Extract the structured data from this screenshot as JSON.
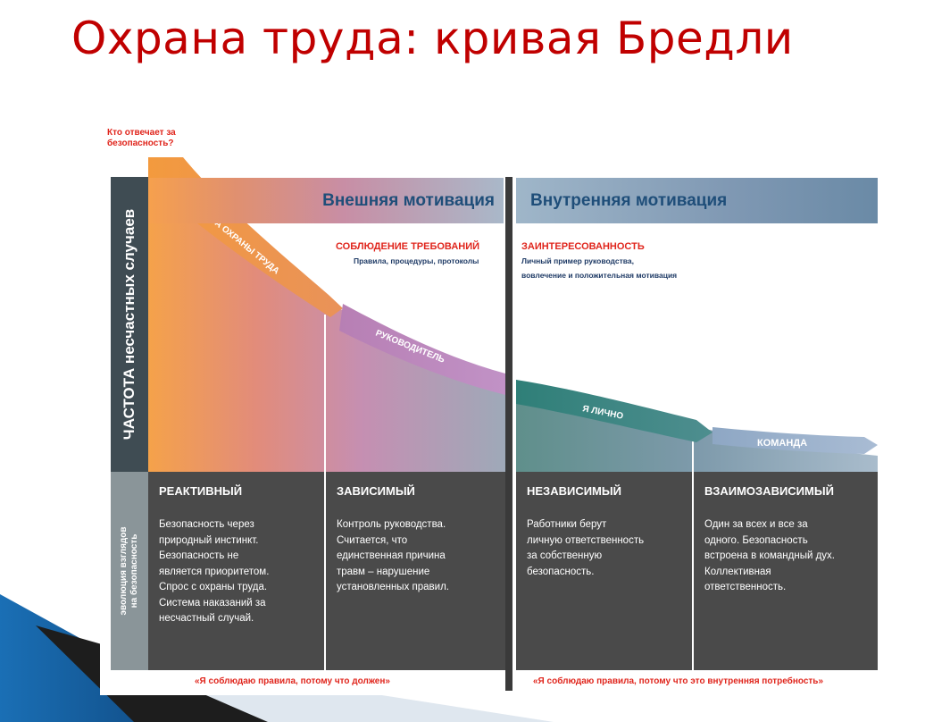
{
  "title": "Охрана труда: кривая Бредли",
  "question": [
    "Кто отвечает за",
    "безопасность?"
  ],
  "y_axis_top": "ЧАСТОТА несчастных случаев",
  "y_axis_bottom": [
    "эволюция взглядов",
    "на безопасность"
  ],
  "external_motivation": "Внешняя мотивация",
  "internal_motivation": "Внутренняя мотивация",
  "compliance": {
    "title": "СОБЛЮДЕНИЕ ТРЕБОВАНИЙ",
    "subtitle": "Правила, процедуры, протоколы"
  },
  "interest": {
    "title": "ЗАИНТЕРЕСОВАННОСТЬ",
    "subtitle_1": "Личный пример руководства,",
    "subtitle_2": "вовлечение и положительная мотивация"
  },
  "bands": {
    "safety_service": "СЛУЖБА ОХРАНЫ ТРУДА",
    "manager": "РУКОВОДИТЕЛЬ",
    "personal": "Я ЛИЧНО",
    "team": "КОМАНДА"
  },
  "stages": [
    {
      "name": "РЕАКТИВНЫЙ",
      "lines": [
        "Безопасность через",
        "природный инстинкт.",
        "Безопасность не",
        "является приоритетом.",
        "Спрос с охраны труда.",
        "Система наказаний за",
        "несчастный случай."
      ]
    },
    {
      "name": "ЗАВИСИМЫЙ",
      "lines": [
        "Контроль руководства.",
        "Считается, что",
        "единственная причина",
        "травм – нарушение",
        "установленных правил."
      ]
    },
    {
      "name": "НЕЗАВИСИМЫЙ",
      "lines": [
        "Работники берут",
        "личную ответственность",
        "за собственную",
        "безопасность."
      ]
    },
    {
      "name": "ВЗАИМОЗАВИСИМЫЙ",
      "lines": [
        "Один за всех и все за",
        "одного. Безопасность",
        "встроена в командный дух.",
        "Коллективная",
        "ответственность."
      ]
    }
  ],
  "footer_left": "«Я соблюдаю правила, потому что должен»",
  "footer_right": "«Я соблюдаю правила, потому что это внутренняя потребность»",
  "colors": {
    "title": "#c00000",
    "accent_red": "#e0261d",
    "dark_panel": "#4a4a4a",
    "orange": "#f6a04d",
    "purple": "#b083b8",
    "teal": "#3f8a86",
    "blue_grey": "#7f98b3"
  }
}
